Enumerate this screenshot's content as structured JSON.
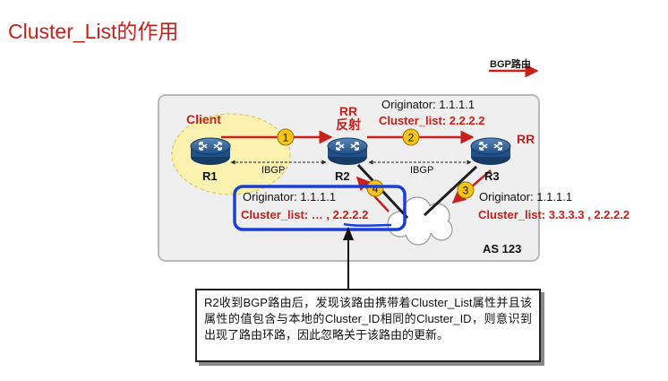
{
  "title": "Cluster_List的作用",
  "legend": {
    "label": "BGP路由",
    "arrow_color": "#c8211b"
  },
  "routers": [
    {
      "id": "R1",
      "label": "R1",
      "role": "Client"
    },
    {
      "id": "R2",
      "label": "R2",
      "role": "RR\n反射"
    },
    {
      "id": "R3",
      "label": "R3",
      "role": "RR"
    }
  ],
  "links": [
    {
      "from": "R1",
      "to": "R2",
      "label": "IBGP"
    },
    {
      "from": "R2",
      "to": "R3",
      "label": "IBGP"
    }
  ],
  "steps": [
    "1",
    "2",
    "3",
    "4"
  ],
  "annotations": {
    "top": {
      "originator": "Originator: 1.1.1.1",
      "cluster": "Cluster_list: 2.2.2.2"
    },
    "right": {
      "originator": "Originator: 1.1.1.1",
      "cluster": "Cluster_list: 3.3.3.3 , 2.2.2.2"
    },
    "left": {
      "originator": "Originator: 1.1.1.1",
      "cluster": "Cluster_list: … , 2.2.2.2"
    }
  },
  "as_label": "AS 123",
  "note": "R2收到BGP路由后，发现该路由携带着Cluster_List属性并且该属性的值包含与本地的Cluster_ID相同的Cluster_ID，则意识到出现了路由环路，因此忽略关于该路由的更新。",
  "colors": {
    "route": "#c8211b",
    "highlight": "#1b3fd6",
    "router": "#1f4f86",
    "client_zone": "#fbf2b0",
    "as_box": "#efefef",
    "step_badge": "#f6c419"
  }
}
